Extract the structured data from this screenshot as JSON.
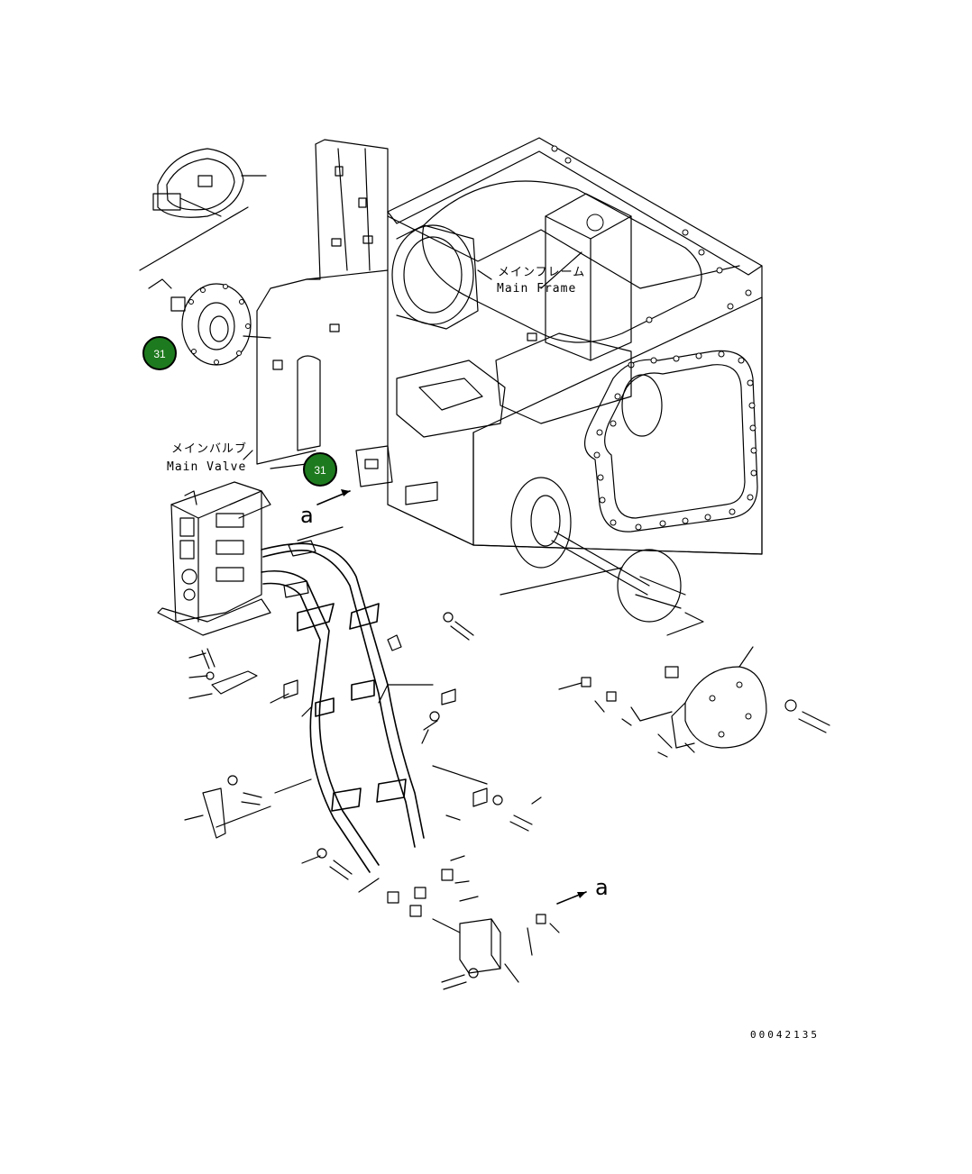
{
  "labels": {
    "main_frame_jp": "メインフレーム",
    "main_frame_en": "Main Frame",
    "main_valve_jp": "メインバルブ",
    "main_valve_en": "Main Valve",
    "view_a_1": "a",
    "view_a_2": "a"
  },
  "callouts": [
    {
      "number": "31",
      "color": "#1e7a1e"
    },
    {
      "number": "31",
      "color": "#1e7a1e"
    }
  ],
  "document_number": "00042135"
}
